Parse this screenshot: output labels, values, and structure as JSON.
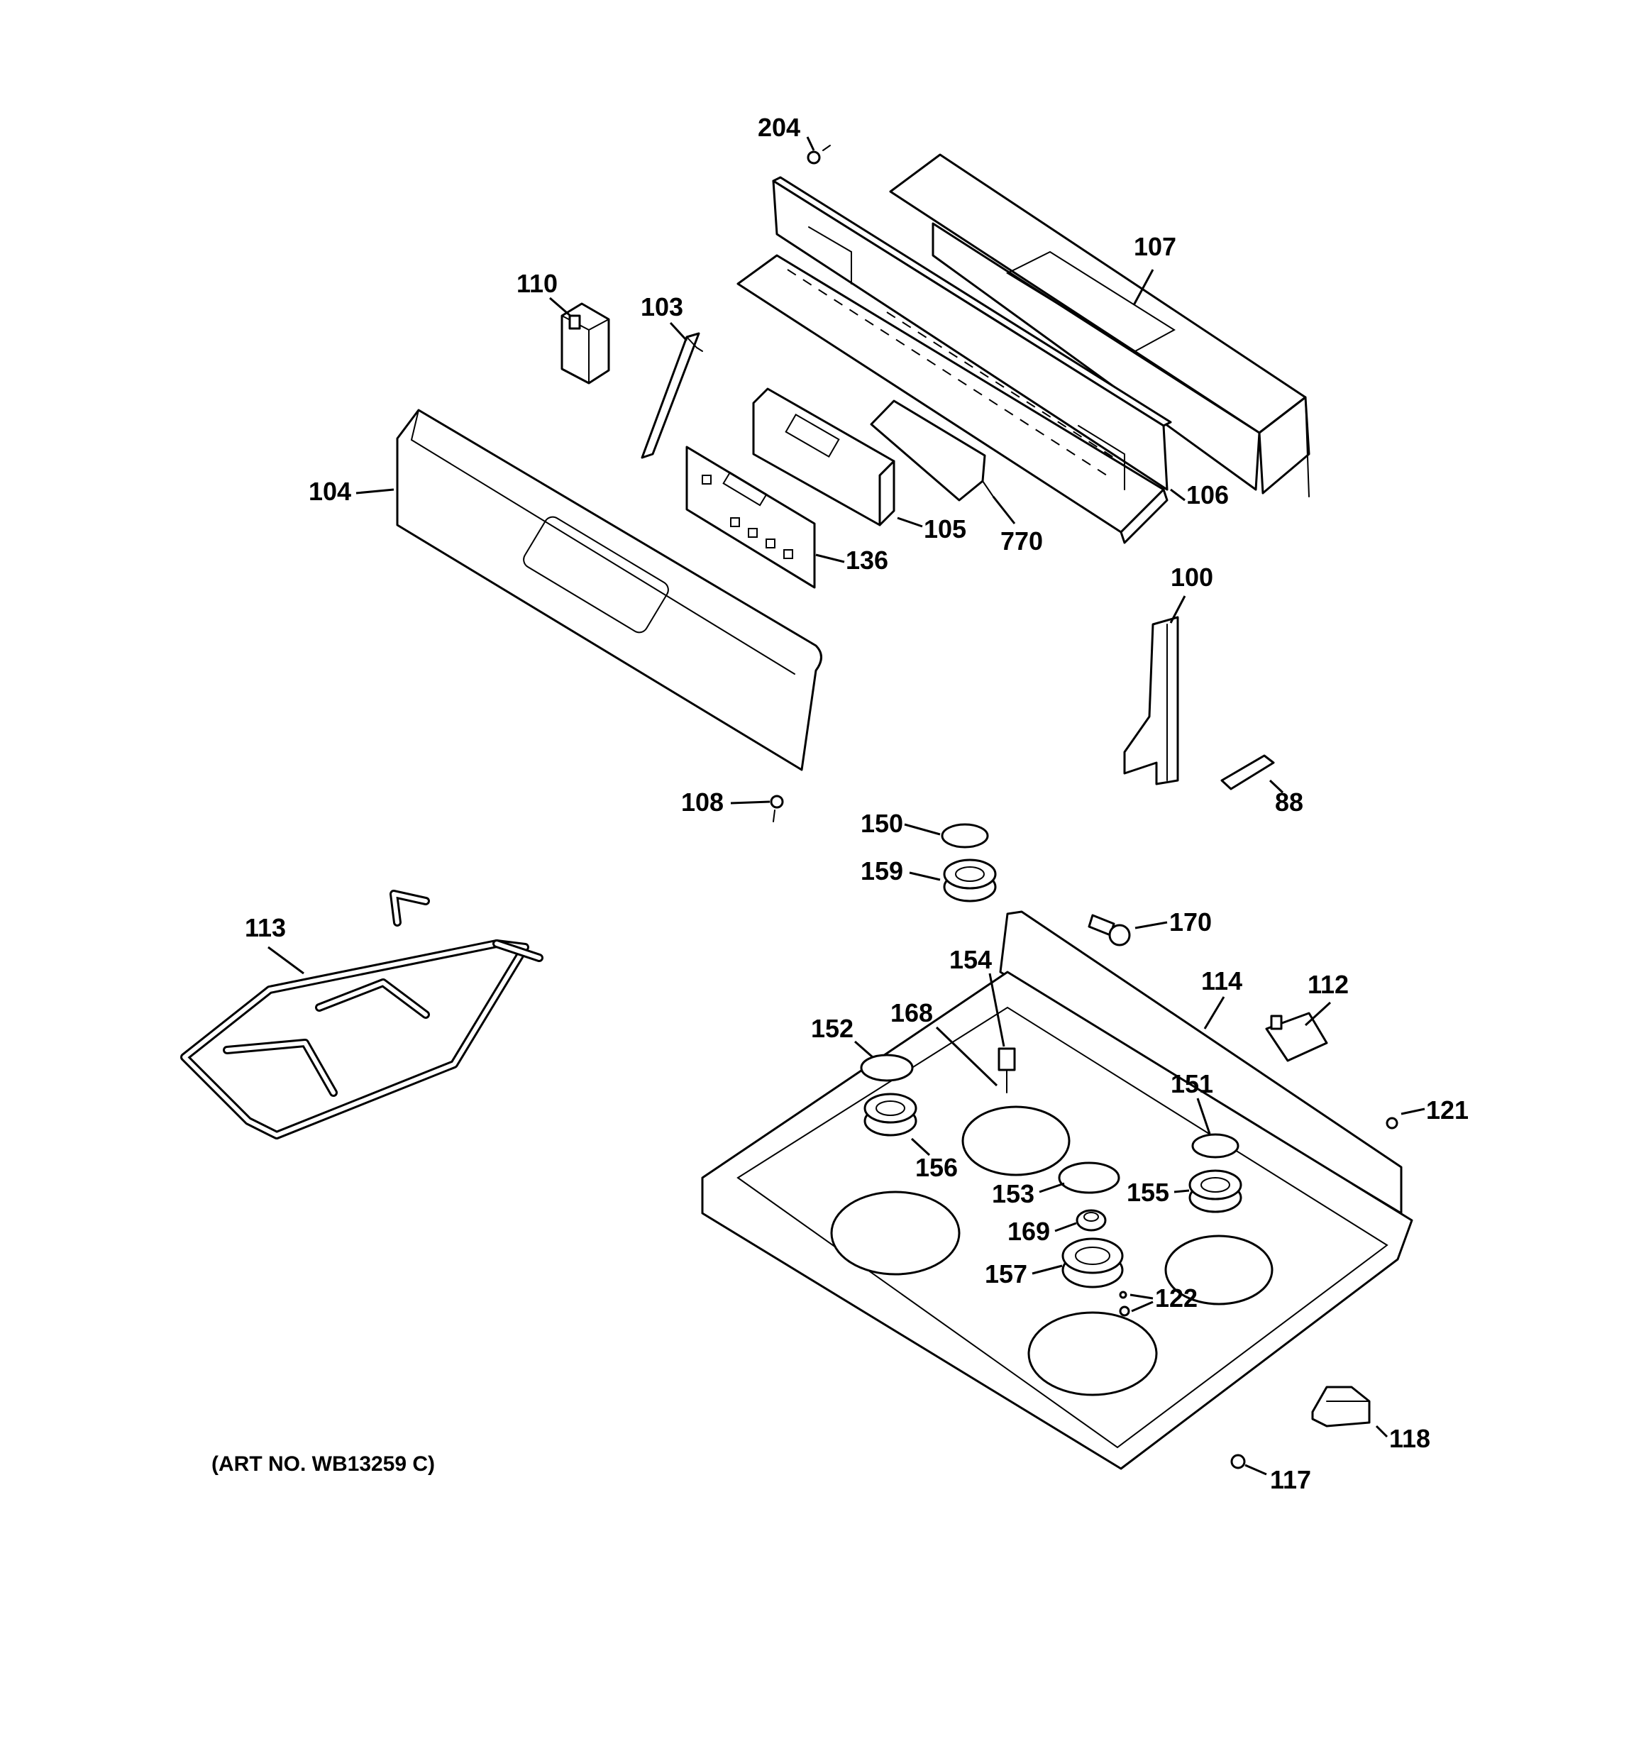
{
  "diagram": {
    "art_number": "(ART NO. WB13259 C)",
    "callouts": {
      "p204": "204",
      "p107": "107",
      "p110": "110",
      "p103": "103",
      "p104": "104",
      "p105": "105",
      "p106": "106",
      "p136": "136",
      "p770": "770",
      "p100": "100",
      "p88": "88",
      "p108": "108",
      "p150": "150",
      "p159": "159",
      "p170": "170",
      "p113": "113",
      "p154": "154",
      "p114": "114",
      "p112": "112",
      "p152": "152",
      "p168": "168",
      "p151": "151",
      "p121": "121",
      "p156": "156",
      "p153": "153",
      "p155": "155",
      "p169": "169",
      "p157": "157",
      "p122": "122",
      "p118": "118",
      "p117": "117"
    }
  }
}
